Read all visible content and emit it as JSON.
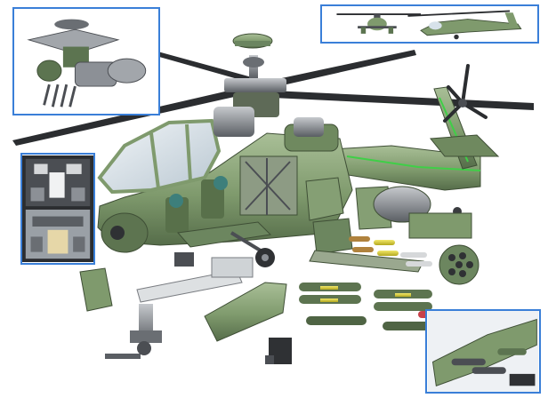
{
  "palette": {
    "airframe": "#7f9a6d",
    "airframe_dark": "#5c7450",
    "airframe_light": "#a9bf97",
    "metal": "#8c9096",
    "metal_dark": "#4b4e53",
    "canopy": "#d7e2ea",
    "accent_green": "#3fcf47",
    "missile_yellow": "#d9cc33",
    "inset_border": "#3a7fd8"
  },
  "insets": [
    {
      "id": "rotor-head-detail"
    },
    {
      "id": "side-view-profiles"
    },
    {
      "id": "cockpit-detail"
    },
    {
      "id": "weapons-pylon-detail"
    }
  ]
}
